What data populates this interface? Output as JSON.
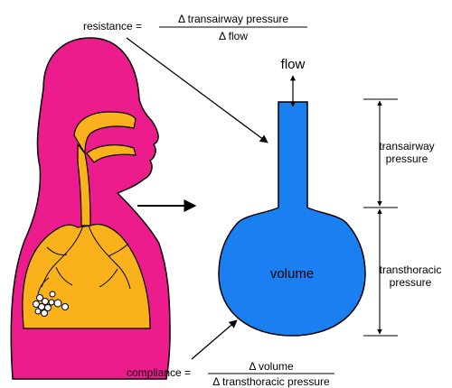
{
  "formulas": {
    "resistance": {
      "lhs": "resistance =",
      "numerator": "Δ transairway pressure",
      "denominator": "Δ flow"
    },
    "compliance": {
      "lhs": "compliance =",
      "numerator": "Δ volume",
      "denominator": "Δ transthoracic pressure"
    }
  },
  "labels": {
    "flow": "flow",
    "volume": "volume",
    "transairway_line1": "transairway",
    "transairway_line2": "pressure",
    "transthoracic_line1": "transthoracic",
    "transthoracic_line2": "pressure"
  },
  "colors": {
    "body": "#ec1c8c",
    "airway": "#f9b21b",
    "model": "#1a7ff0",
    "line": "#000000",
    "background": "#ffffff"
  }
}
